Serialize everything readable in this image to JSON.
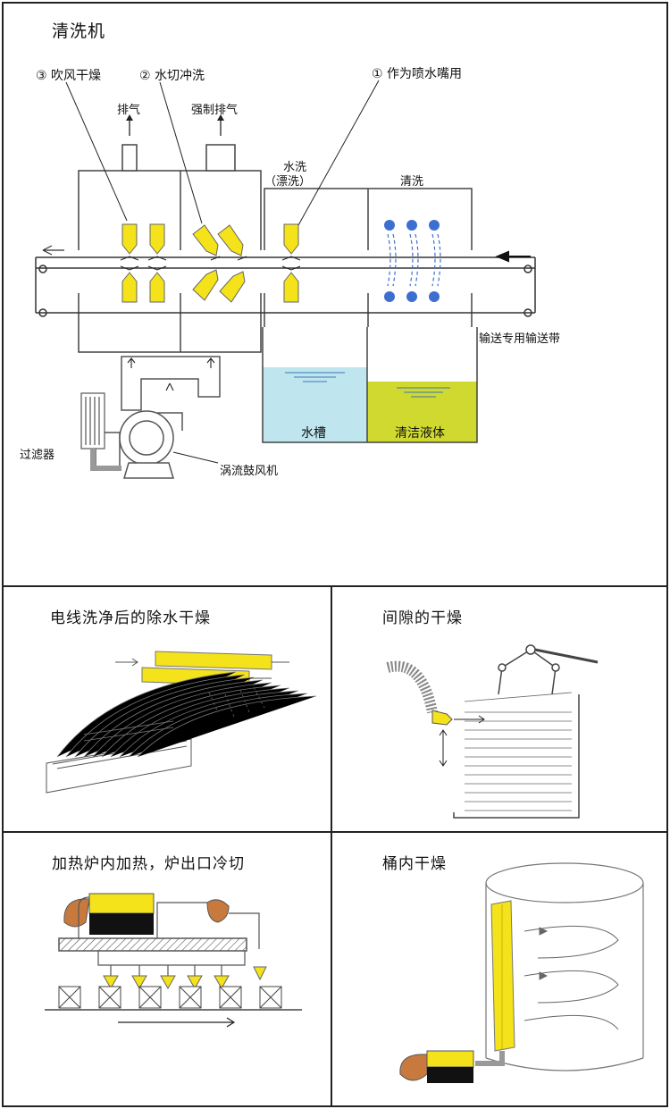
{
  "main": {
    "title": "清洗机",
    "callouts": [
      {
        "num": "③",
        "text": "吹风干燥"
      },
      {
        "num": "②",
        "text": "水切冲洗"
      },
      {
        "num": "①",
        "text": "作为喷水嘴用"
      }
    ],
    "exhaust_label": "排气",
    "forced_exhaust_label": "强制排气",
    "water_wash_label": "水洗",
    "rinse_label": "（漂洗）",
    "clean_label": "清洗",
    "conveyor_label": "输送专用输送带",
    "water_tank_label": "水槽",
    "clean_liquid_label": "清洁液体",
    "filter_label": "过滤器",
    "blower_label": "涡流鼓风机",
    "colors": {
      "yellow": "#f4e21a",
      "water": "#bfe6ef",
      "liquid": "#cfd92f",
      "nozzle_blue": "#3d6fd0"
    }
  },
  "panels": {
    "wire_drying": {
      "title": "电线洗净后的除水干燥"
    },
    "gap_drying": {
      "title": "间隙的干燥"
    },
    "oven_cooling": {
      "title": "加热炉内加热，炉出口冷切"
    },
    "barrel_drying": {
      "title": "桶内干燥"
    }
  }
}
